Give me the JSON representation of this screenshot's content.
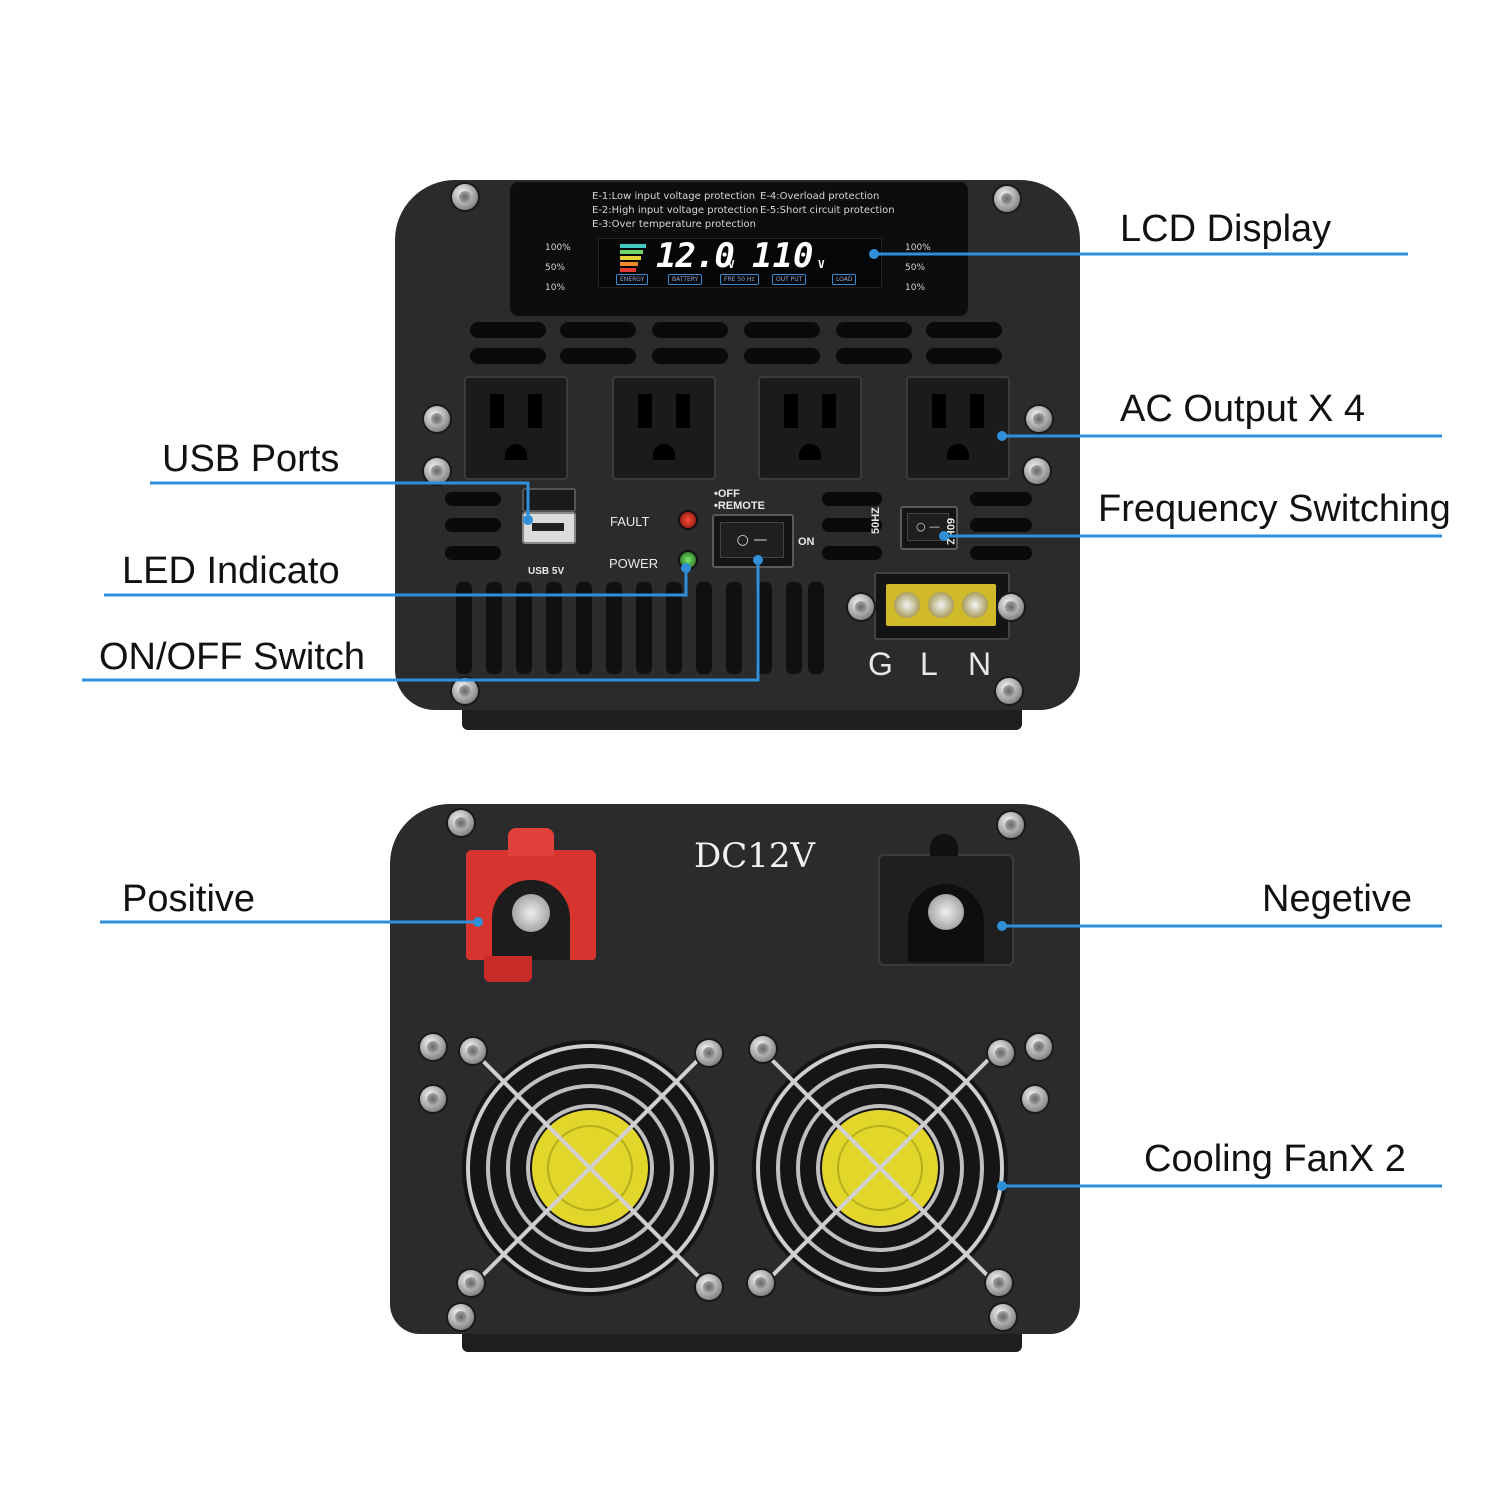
{
  "lcd": {
    "legend_left": [
      "E-1:Low input voltage protection",
      "E-2:High input voltage protection",
      "E-3:Over temperature protection"
    ],
    "legend_right": [
      "E-4:Overload protection",
      "E-5:Short circuit protection"
    ],
    "percent_left": [
      "100%",
      "50%",
      "10%"
    ],
    "percent_right": [
      "100%",
      "50%",
      "10%"
    ],
    "reading_input": "12.0",
    "reading_input_unit": "V",
    "reading_output": "110",
    "reading_output_unit": "V",
    "badges": [
      "ENERGY",
      "BATTERY",
      "FRE 50 Hz",
      "OUT PUT",
      "LOAD"
    ]
  },
  "front_panel": {
    "usb_label": "USB 5V",
    "fault_label": "FAULT",
    "power_label": "POWER",
    "switch_off_label": "•OFF",
    "switch_remote_label": "•REMOTE",
    "switch_on_label": "ON",
    "freq_50_label": "50HZ",
    "freq_60_label": "60HZ",
    "terminal_labels": [
      "G",
      "L",
      "N"
    ]
  },
  "back_panel": {
    "dc_label": "DC12V"
  },
  "callouts": {
    "lcd_display": "LCD Display",
    "ac_output": "AC Output X 4",
    "usb_ports": "USB Ports",
    "frequency_switching": "Frequency Switching",
    "led_indicator": "LED Indicato",
    "on_off_switch": "ON/OFF Switch",
    "positive": "Positive",
    "negative": "Negetive",
    "cooling_fan": "Cooling FanX 2"
  },
  "colors": {
    "callout_line": "#2f8fd8",
    "panel": "#2b2b2d",
    "positive_terminal": "#d8342f",
    "negative_terminal": "#1f1f1f",
    "fan_label": "#e2d62a"
  }
}
